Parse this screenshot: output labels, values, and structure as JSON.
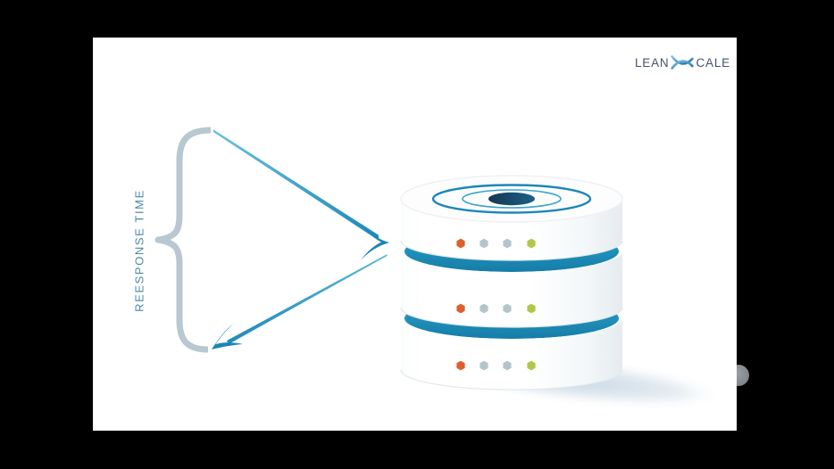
{
  "labels": {
    "response_time": "REESPONSE TIME"
  },
  "logo": {
    "part1": "LEAN",
    "part2": "CALE"
  },
  "diagram": {
    "brace": "curly brace grouping the round-trip interval labelled response time",
    "arrows": [
      {
        "name": "request-arrow",
        "from": "brace-top",
        "to": "database"
      },
      {
        "name": "response-arrow",
        "from": "database",
        "to": "brace-bottom"
      }
    ],
    "database": {
      "disks": 3,
      "top_rings": 2,
      "indicator_dots_per_disk": [
        "orange",
        "gray",
        "gray",
        "green"
      ]
    }
  },
  "colors": {
    "background": "#000000",
    "slide": "#ffffff",
    "arrow_teal": "#1a86b6",
    "arrow_teal_light": "#6cc0dd",
    "brace_gray": "#b7c8d1",
    "label_blue": "#4c89a3",
    "logo_navy": "#44546c",
    "band_teal": "#1f8db9",
    "ring_teal": "#1b87b8",
    "center_navy": "#143750",
    "dot_orange": "#dd5f2d",
    "dot_gray": "#b3c5cc",
    "dot_green": "#b0c847",
    "shadow_blue": "#c5d5e2",
    "edge_dot_gray": "#8b9094"
  }
}
